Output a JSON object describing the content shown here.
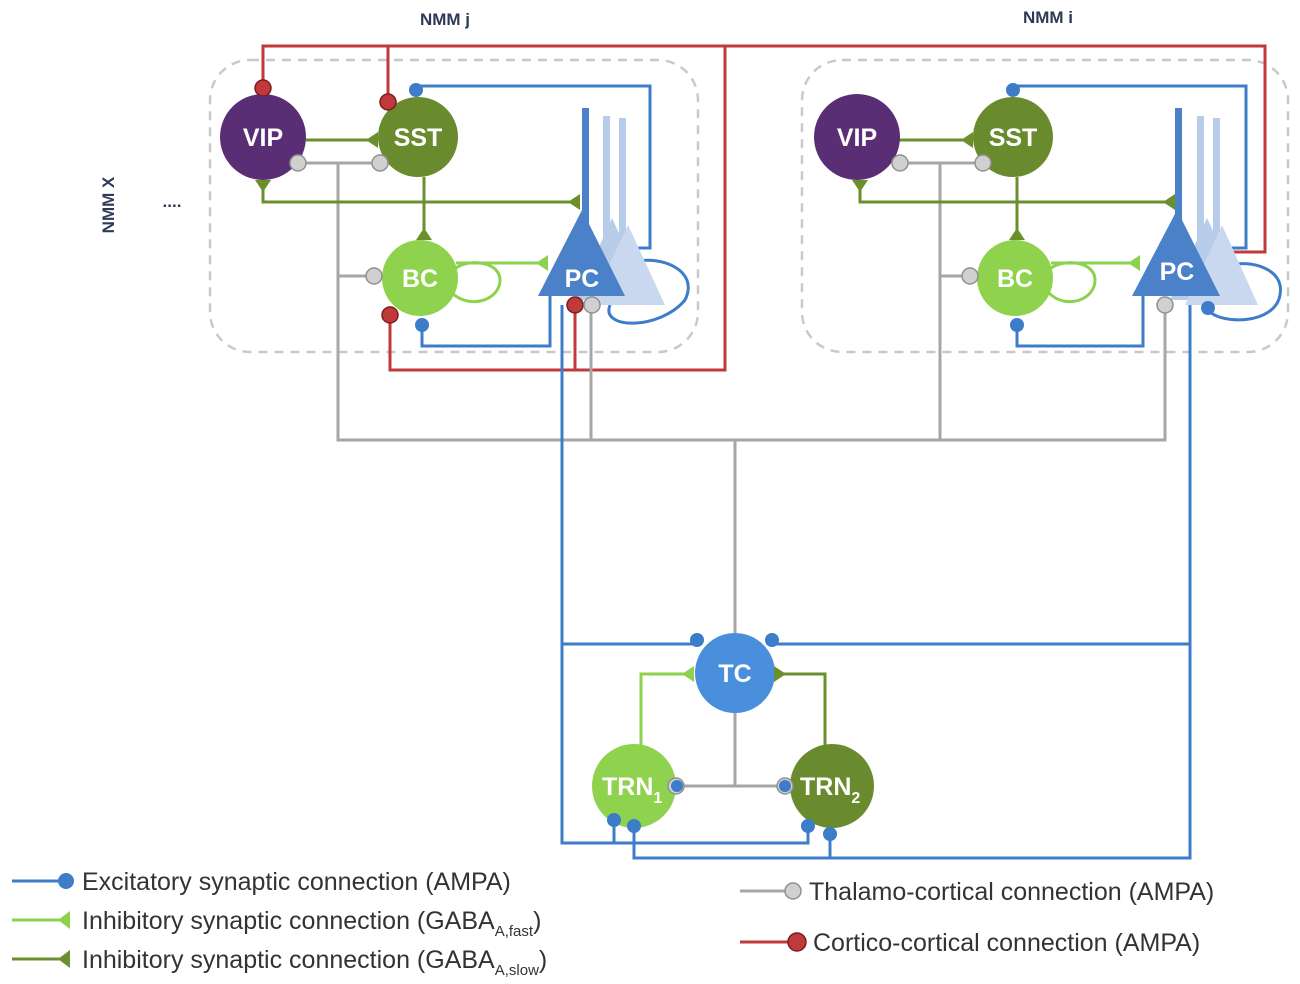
{
  "titles": {
    "nmm_j": "NMM j",
    "nmm_i": "NMM i",
    "nmm_x": "NMM X",
    "ellipsis": "...."
  },
  "nodes": {
    "vip": "VIP",
    "sst": "SST",
    "bc": "BC",
    "pc": "PC",
    "tc": "TC",
    "trn1": "TRN",
    "trn1_sub": "1",
    "trn2": "TRN",
    "trn2_sub": "2"
  },
  "legend": {
    "excitatory": "Excitatory synaptic connection (AMPA)",
    "inhib_fast_prefix": "Inhibitory synaptic connection (GABA",
    "inhib_fast_sub": "A,fast",
    "inhib_fast_suffix": ")",
    "inhib_slow_prefix": "Inhibitory synaptic connection (GABA",
    "inhib_slow_sub": "A,slow",
    "inhib_slow_suffix": ")",
    "thalamo": "Thalamo-cortical connection (AMPA)",
    "cortico": "Cortico-cortical connection (AMPA)"
  },
  "colors": {
    "excitatory": "#3d7cc9",
    "inhib_fast": "#8ed14f",
    "inhib_slow": "#6a8f2c",
    "thalamo": "#a6a6a6",
    "cortico": "#c0393b",
    "vip": "#5a2e74",
    "sst": "#6a8a2e",
    "bc": "#8fd24e",
    "pc": "#4a81c9",
    "tc": "#4a8fdc",
    "trn1": "#8fd24e",
    "trn2": "#6a8a2e"
  }
}
